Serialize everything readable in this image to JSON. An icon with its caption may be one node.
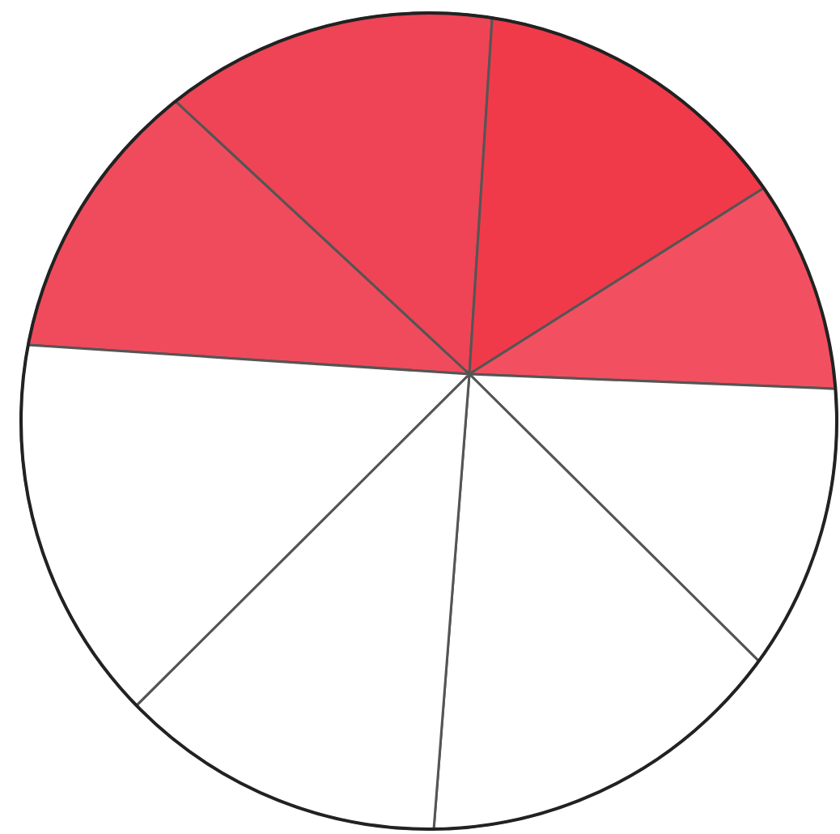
{
  "diagram": {
    "nodes": [
      {
        "text": [],
        "shape": "circle"
      },
      {
        "text": [],
        "shape": "sector",
        "in": 0
      },
      {
        "text": [],
        "shape": "sector",
        "in": 0
      },
      {
        "text": [],
        "shape": "sector",
        "in": 0
      },
      {
        "text": [],
        "shape": "sector",
        "in": 0
      },
      {
        "text": [],
        "shape": "sector",
        "in": 0
      },
      {
        "text": [],
        "shape": "sector",
        "in": 0
      },
      {
        "text": [],
        "shape": "sector",
        "in": 0
      },
      {
        "text": [],
        "shape": "sector",
        "in": 0
      }
    ]
  }
}
